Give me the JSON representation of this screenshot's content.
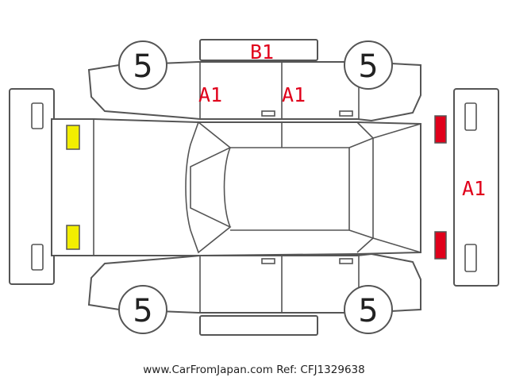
{
  "wheel_grades": {
    "front_left": "5",
    "front_right": "5",
    "rear_left": "5",
    "rear_right": "5"
  },
  "damage_codes": {
    "roof": "B1",
    "left_front_door": "A1",
    "left_rear_door": "A1",
    "rear_bumper": "A1"
  },
  "colors": {
    "damage_code": "#e0001b",
    "front_lamp": "#f2ee00",
    "rear_lamp": "#e0001b",
    "outline": "#555555"
  },
  "footer": {
    "site": "www.CarFromJapan.com",
    "ref": "Ref: CFJ1329638"
  }
}
